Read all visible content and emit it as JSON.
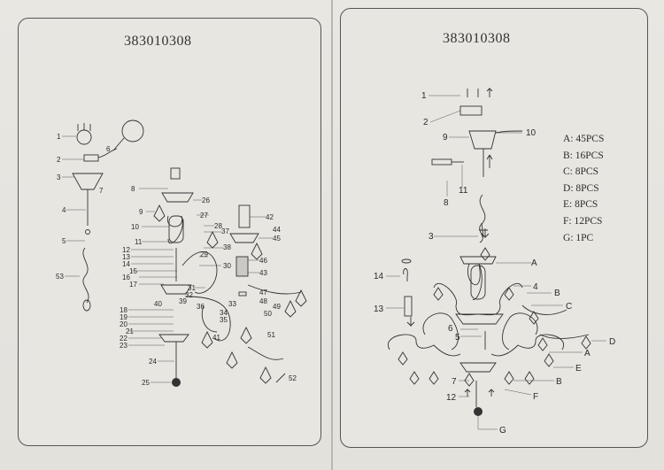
{
  "left_panel": {
    "model_number": "383010308",
    "callouts": [
      "1",
      "2",
      "3",
      "4",
      "5",
      "6",
      "7",
      "8",
      "9",
      "10",
      "11",
      "12",
      "13",
      "14",
      "15",
      "16",
      "17",
      "18",
      "19",
      "20",
      "21",
      "22",
      "23",
      "24",
      "25",
      "26",
      "27",
      "28",
      "29",
      "30",
      "31",
      "32",
      "33",
      "34",
      "35",
      "36",
      "37",
      "38",
      "39",
      "40",
      "41",
      "42",
      "43",
      "44",
      "45",
      "46",
      "47",
      "48",
      "49",
      "50",
      "51",
      "52",
      "53"
    ]
  },
  "right_panel": {
    "model_number": "383010308",
    "callouts": [
      "1",
      "2",
      "3",
      "4",
      "5",
      "6",
      "7",
      "8",
      "9",
      "10",
      "11",
      "12",
      "13",
      "14"
    ],
    "letters": [
      "A",
      "B",
      "C",
      "D",
      "A",
      "E",
      "B",
      "F",
      "G"
    ]
  },
  "legend": [
    {
      "key": "A",
      "sep": ":",
      "value": "45PCS"
    },
    {
      "key": "B",
      "sep": ":",
      "value": "16PCS"
    },
    {
      "key": "C",
      "sep": ":",
      "value": "8PCS"
    },
    {
      "key": "D",
      "sep": ":",
      "value": "8PCS"
    },
    {
      "key": "E",
      "sep": ":",
      "value": "8PCS"
    },
    {
      "key": "F",
      "sep": ":",
      "value": "12PCS"
    },
    {
      "key": "G",
      "sep": ":",
      "value": "1PC"
    }
  ]
}
